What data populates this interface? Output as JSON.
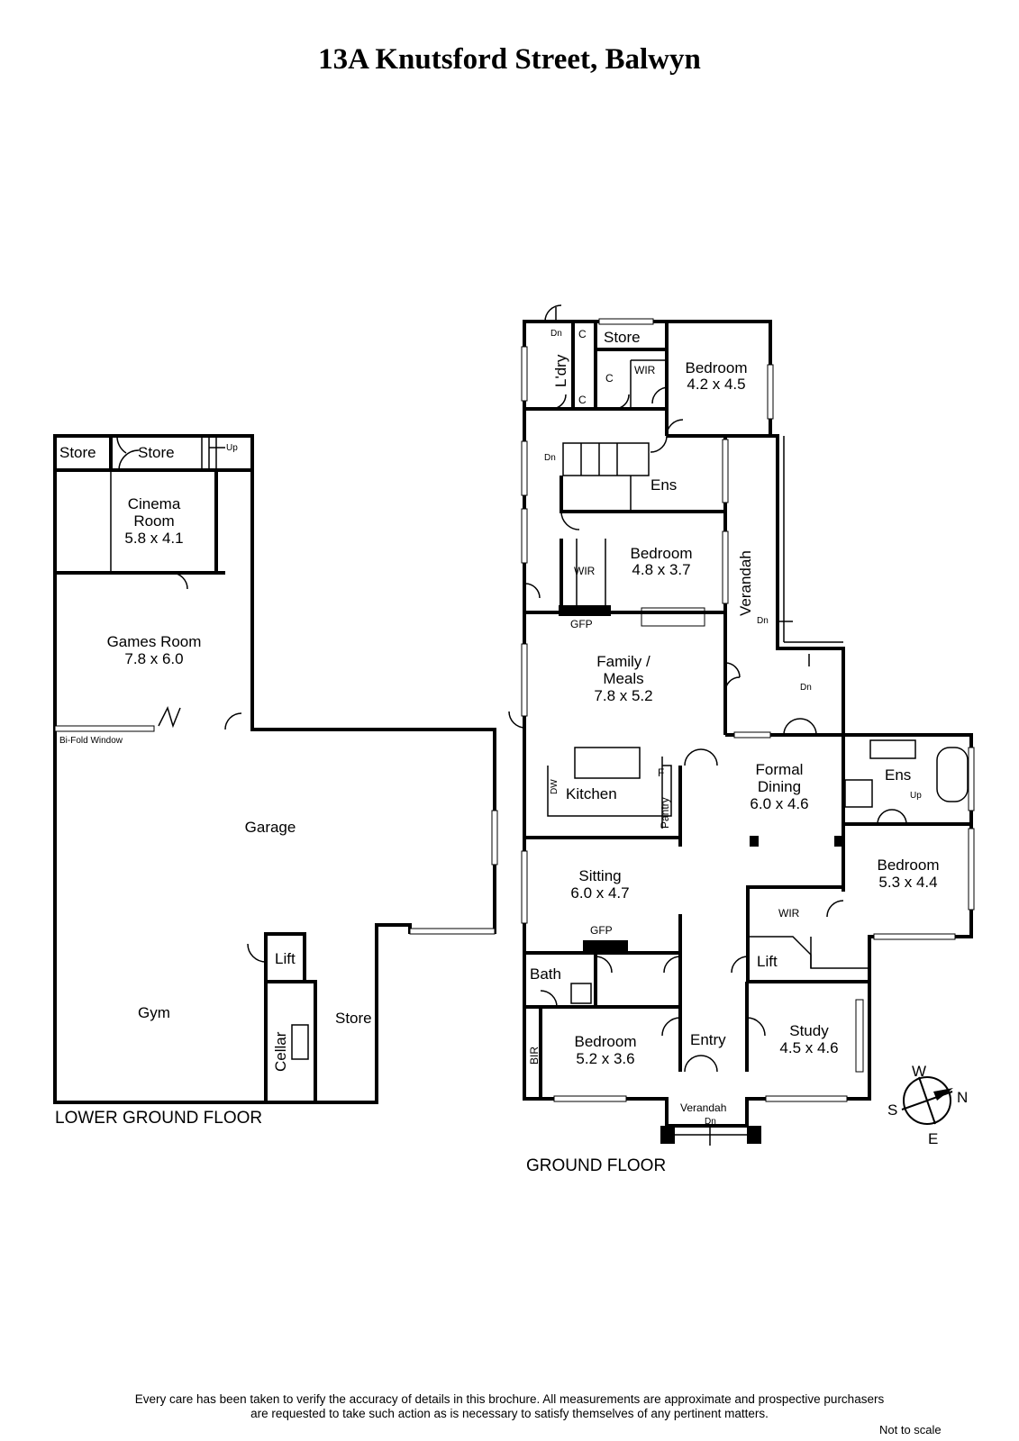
{
  "title": "13A Knutsford Street, Balwyn",
  "floors": {
    "lower": "LOWER GROUND FLOOR",
    "ground": "GROUND FLOOR"
  },
  "rooms_lower": {
    "store1": "Store",
    "store2": "Store",
    "up": "Up",
    "cinema": [
      "Cinema",
      "Room",
      "5.8 x 4.1"
    ],
    "games": [
      "Games Room",
      "7.8 x 6.0"
    ],
    "bifold": "Bi-Fold Window",
    "garage": "Garage",
    "gym": "Gym",
    "lift": "Lift",
    "cellar": "Cellar",
    "store3": "Store"
  },
  "rooms_ground": {
    "dn_top": "Dn",
    "c1": "C",
    "c2": "C",
    "c3": "C",
    "store": "Store",
    "laundry": "L'dry",
    "wir1": "WIR",
    "bed1": [
      "Bedroom",
      "4.2 x 4.5"
    ],
    "dn_stair": "Dn",
    "ens1": "Ens",
    "bed2": [
      "Bedroom",
      "4.8 x 3.7"
    ],
    "wir2": "WIR",
    "gfp1": "GFP",
    "verandah_side": "Verandah",
    "dn_v1": "Dn",
    "dn_v2": "Dn",
    "family": [
      "Family /",
      "Meals",
      "7.8 x 5.2"
    ],
    "f": "F",
    "dw": "DW",
    "kitchen": "Kitchen",
    "pantry": "Pantry",
    "formal": [
      "Formal",
      "Dining",
      "6.0 x 4.6"
    ],
    "ens2": "Ens",
    "up2": "Up",
    "bed3": [
      "Bedroom",
      "5.3 x 4.4"
    ],
    "sitting": [
      "Sitting",
      "6.0 x 4.7"
    ],
    "gfp2": "GFP",
    "wir3": "WIR",
    "lift": "Lift",
    "bath": "Bath",
    "bir": "BIR",
    "bed4": [
      "Bedroom",
      "5.2 x 3.6"
    ],
    "entry": "Entry",
    "study": [
      "Study",
      "4.5 x 4.6"
    ],
    "verandah_front": "Verandah",
    "dn_front": "Dn"
  },
  "compass": {
    "w": "W",
    "n": "N",
    "s": "S",
    "e": "E"
  },
  "disclaimer": [
    "Every care has been taken to verify the accuracy of details in this brochure.  All measurements are approximate and prospective purchasers",
    "are requested to take such action as is necessary to satisfy themselves of any pertinent matters."
  ],
  "scale_note": "Not to scale"
}
